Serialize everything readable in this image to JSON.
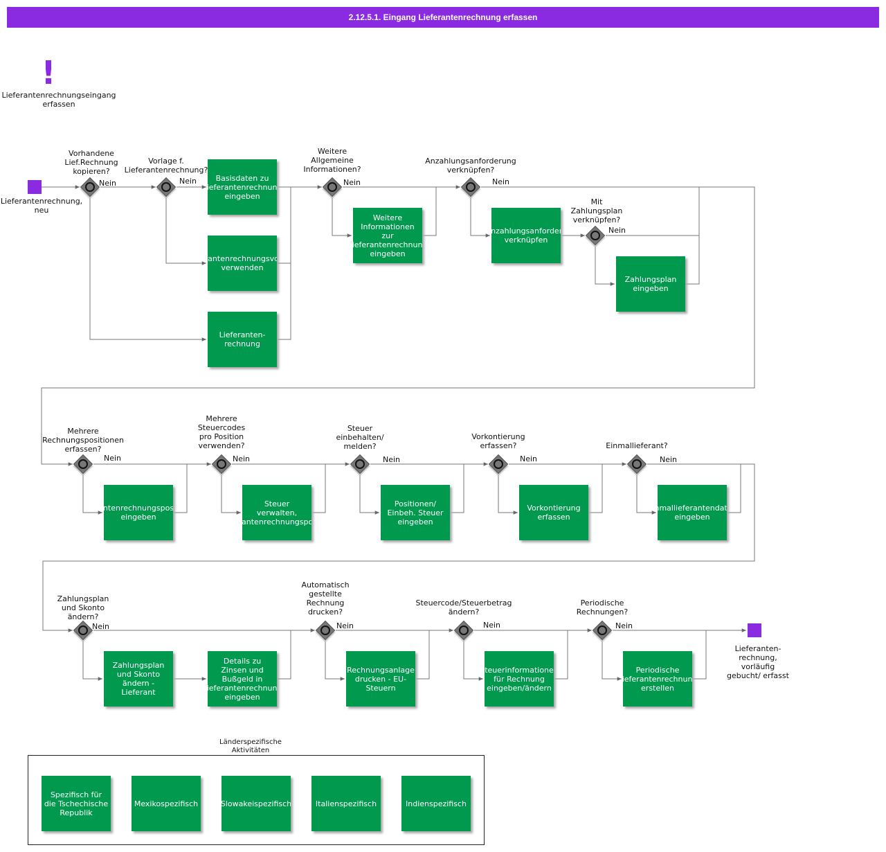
{
  "header": {
    "title": "2.12.5.1. Eingang Lieferantenrechnung erfassen"
  },
  "intro": {
    "label": "Lieferantenrechnungseingang\nerfassen"
  },
  "events": [
    {
      "label": "Lieferantenrechnung,\nneu",
      "color": "#8a2be2"
    },
    {
      "label": "Lieferanten-\nrechnung,\nvorläufig\ngebucht/ erfasst",
      "color": "#8a2be2"
    }
  ],
  "colors": {
    "task": "#00994d",
    "header": "#8a2be2",
    "gateway": "#777777"
  },
  "gateways": [
    {
      "question": "Vorhandene\nLief.Rechnung\nkopieren?",
      "branch": "Nein"
    },
    {
      "question": "Vorlage f.\nLieferantenrechnung?",
      "branch": "Nein"
    },
    {
      "question": "Weitere\nAllgemeine\nInformationen?",
      "branch": "Nein"
    },
    {
      "question": "Anzahlungsanforderung\nverknüpfen?",
      "branch": "Nein"
    },
    {
      "question": "Mit\nZahlungsplan\nverknüpfen?",
      "branch": "Nein"
    },
    {
      "question": "Mehrere\nRechnungspositionen\nerfassen?",
      "branch": "Nein"
    },
    {
      "question": "Mehrere\nSteuercodes\npro Position\nverwenden?",
      "branch": "Nein"
    },
    {
      "question": "Steuer\neinbehalten/\nmelden?",
      "branch": "Nein"
    },
    {
      "question": "Vorkontierung\nerfassen?",
      "branch": "Nein"
    },
    {
      "question": "Einmallieferant?",
      "branch": "Nein"
    },
    {
      "question": "Zahlungsplan\nund Skonto\nändern?",
      "branch": "Nein"
    },
    {
      "question": "Automatisch\ngestellte\nRechnung\ndrucken?",
      "branch": "Nein"
    },
    {
      "question": "Steuercode/Steuerbetrag\nändern?",
      "branch": "Nein"
    },
    {
      "question": "Periodische\nRechnungen?",
      "branch": "Nein"
    }
  ],
  "tasks": [
    {
      "label": "Basisdaten zu\nLieferantenrechnung\neingeben"
    },
    {
      "label": "Lieferantenrechnungsvorlage\nverwenden"
    },
    {
      "label": "Lieferanten-\nrechnung"
    },
    {
      "label": "Weitere\nInformationen\nzur\nLieferantenrechnung\neingeben"
    },
    {
      "label": "Finanzahlungsanforderung\nverknüpfen"
    },
    {
      "label": "Zahlungsplan\neingeben"
    },
    {
      "label": "Lieferantenrechnungspositionen\neingeben"
    },
    {
      "label": "Steuer\nverwalten,\nLieferantenrechnungsposition"
    },
    {
      "label": "Positionen/\nEinbeh. Steuer\neingeben"
    },
    {
      "label": "Vorkontierung\nerfassen"
    },
    {
      "label": "Einmallieferantendaten\neingeben"
    },
    {
      "label": "Zahlungsplan\nund Skonto\nändern -\nLieferant"
    },
    {
      "label": "Details zu\nZinsen und\nBußgeld in\nLieferantenrechnung\neingeben"
    },
    {
      "label": "Rechnungsanlage\ndrucken - EU-\nSteuern"
    },
    {
      "label": "Steuerinformationen\nfür Rechnung\neingeben/ändern"
    },
    {
      "label": "Periodische\nLieferantenrechnung\nerstellen"
    }
  ],
  "country": {
    "title": "Länderspezifische\nAktivitäten",
    "items": [
      {
        "label": "Spezifisch für\ndie Tschechische\nRepublik"
      },
      {
        "label": "Mexikospezifisch"
      },
      {
        "label": "Slowakeispezifisch"
      },
      {
        "label": "Italienspezifisch"
      },
      {
        "label": "Indienspezifisch"
      }
    ]
  }
}
